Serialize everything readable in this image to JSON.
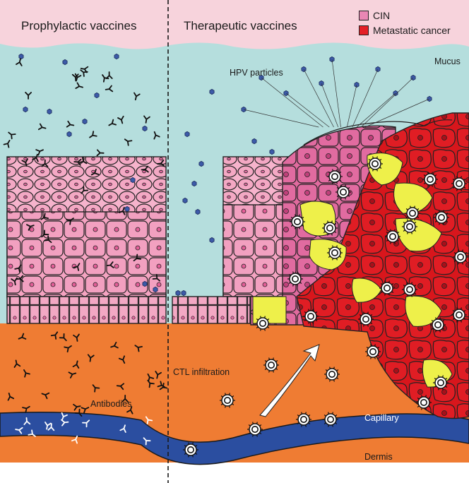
{
  "titles": {
    "left": "Prophylactic vaccines",
    "right": "Therapeutic vaccines"
  },
  "legend": [
    {
      "label": "CIN",
      "color": "#e987b4"
    },
    {
      "label": "Metastatic cancer",
      "color": "#e41f26"
    }
  ],
  "labels": {
    "hpv_particles": "HPV particles",
    "mucus": "Mucus",
    "ctl_infiltration": "CTL infiltration",
    "antibodies": "Antibodies",
    "capillary": "Capillary",
    "dermis": "Dermis"
  },
  "colors": {
    "top_band": "#f7d3dc",
    "mucus": "#b5dedd",
    "dermis": "#ef7c33",
    "capillary": "#2b4ea0",
    "cin": "#e987b4",
    "cin_light": "#f7b6cf",
    "cancer": "#e41f26",
    "infected": "#eef04a"
  }
}
